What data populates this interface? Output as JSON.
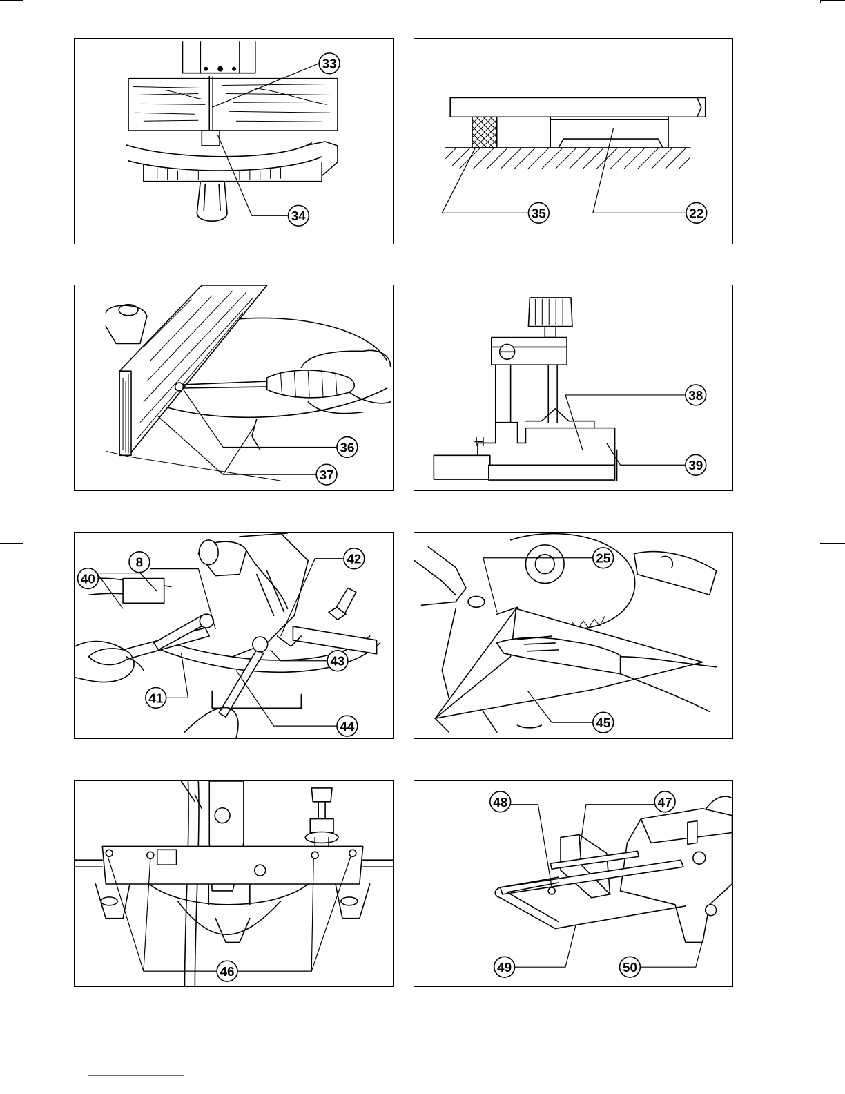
{
  "figures": [
    {
      "id": "fig-a",
      "callouts": [
        "33",
        "34"
      ]
    },
    {
      "id": "fig-b",
      "callouts": [
        "35",
        "22"
      ]
    },
    {
      "id": "fig-c",
      "callouts": [
        "36",
        "37"
      ]
    },
    {
      "id": "fig-d",
      "callouts": [
        "38",
        "39"
      ]
    },
    {
      "id": "fig-e",
      "callouts": [
        "8",
        "42",
        "40",
        "43",
        "41",
        "44"
      ]
    },
    {
      "id": "fig-f",
      "callouts": [
        "25",
        "45"
      ]
    },
    {
      "id": "fig-g",
      "callouts": [
        "46"
      ]
    },
    {
      "id": "fig-h",
      "callouts": [
        "48",
        "47",
        "49",
        "50"
      ]
    }
  ]
}
